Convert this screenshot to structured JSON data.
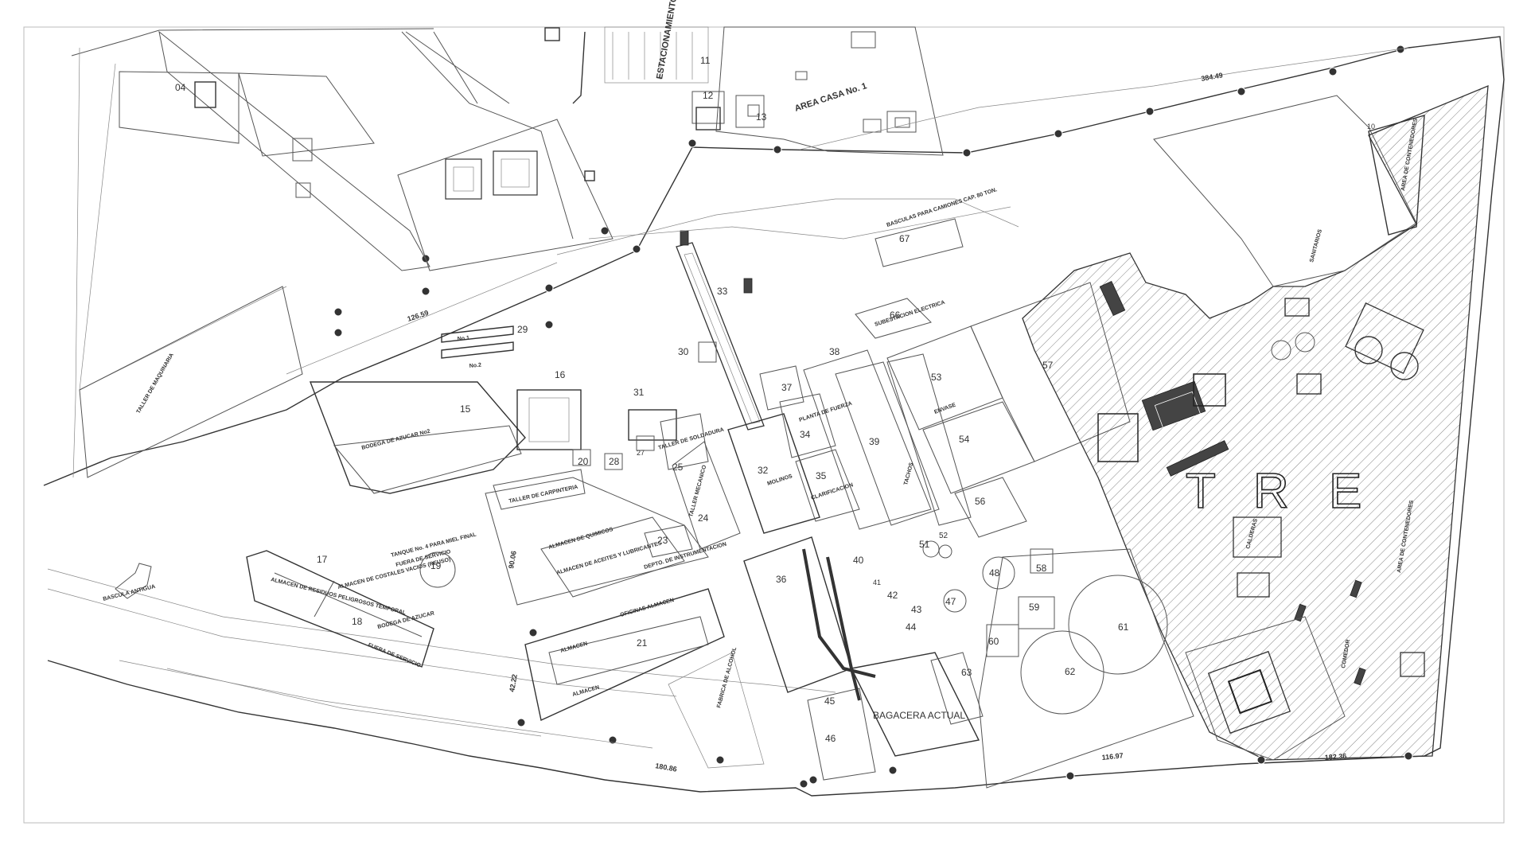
{
  "big_letters": [
    "T",
    "R",
    "E"
  ],
  "areas": [
    {
      "id": "n04",
      "text": "04"
    },
    {
      "id": "n10",
      "text": "10"
    },
    {
      "id": "n11",
      "text": "11"
    },
    {
      "id": "n12",
      "text": "12"
    },
    {
      "id": "n13",
      "text": "13"
    },
    {
      "id": "n15",
      "text": "15"
    },
    {
      "id": "n16",
      "text": "16"
    },
    {
      "id": "n17",
      "text": "17"
    },
    {
      "id": "n18",
      "text": "18"
    },
    {
      "id": "n19",
      "text": "19"
    },
    {
      "id": "n20",
      "text": "20"
    },
    {
      "id": "n21",
      "text": "21"
    },
    {
      "id": "n23",
      "text": "23"
    },
    {
      "id": "n24",
      "text": "24"
    },
    {
      "id": "n25",
      "text": "25"
    },
    {
      "id": "n27",
      "text": "27"
    },
    {
      "id": "n28",
      "text": "28"
    },
    {
      "id": "n29",
      "text": "29"
    },
    {
      "id": "n30",
      "text": "30"
    },
    {
      "id": "n31",
      "text": "31"
    },
    {
      "id": "n32",
      "text": "32"
    },
    {
      "id": "n33",
      "text": "33"
    },
    {
      "id": "n34",
      "text": "34"
    },
    {
      "id": "n35",
      "text": "35"
    },
    {
      "id": "n36",
      "text": "36"
    },
    {
      "id": "n37",
      "text": "37"
    },
    {
      "id": "n38",
      "text": "38"
    },
    {
      "id": "n39",
      "text": "39"
    },
    {
      "id": "n40",
      "text": "40"
    },
    {
      "id": "n41",
      "text": "41"
    },
    {
      "id": "n42",
      "text": "42"
    },
    {
      "id": "n43",
      "text": "43"
    },
    {
      "id": "n44",
      "text": "44"
    },
    {
      "id": "n45",
      "text": "45"
    },
    {
      "id": "n46",
      "text": "46"
    },
    {
      "id": "n47",
      "text": "47"
    },
    {
      "id": "n48",
      "text": "48"
    },
    {
      "id": "n51",
      "text": "51"
    },
    {
      "id": "n52",
      "text": "52"
    },
    {
      "id": "n53",
      "text": "53"
    },
    {
      "id": "n54",
      "text": "54"
    },
    {
      "id": "n56",
      "text": "56"
    },
    {
      "id": "n57",
      "text": "57"
    },
    {
      "id": "n58",
      "text": "58"
    },
    {
      "id": "n59",
      "text": "59"
    },
    {
      "id": "n60",
      "text": "60"
    },
    {
      "id": "n61",
      "text": "61"
    },
    {
      "id": "n62",
      "text": "62"
    },
    {
      "id": "n63",
      "text": "63"
    },
    {
      "id": "n66",
      "text": "66"
    },
    {
      "id": "n67",
      "text": "67"
    }
  ],
  "labels": {
    "estacionamiento": "ESTACIONAMIENTO",
    "area_casa": "AREA CASA No. 1",
    "taller_maquinaria": "TALLER DE MAQUINARIA",
    "bodega_azucar_2": "BODEGA DE AZUCAR No2",
    "taller_carpinteria": "TALLER DE CARPINTERIA",
    "taller_mecanico": "TALLER MECANICO",
    "almacen_quimicos": "ALMACEN DE QUIMICOS",
    "almacen_aceites": "ALMACEN DE ACEITES Y LUBRICANTES",
    "depto_instrumentacion": "DEPTO. DE INSTRUMENTACION",
    "tanque_miel": "TANQUE No. 4 PARA MIEL FINAL",
    "fuera_servicio": "FUERA DE SERVICIO",
    "almacen_residuos": "ALMACEN DE RESIDUOS PELIGROSOS TEMPORAL",
    "almacen_costales": "ALMACEN DE COSTALES VACIOS (REUSO)",
    "bodega_azucar": "BODEGA DE AZUCAR",
    "fuera_servicio_2": "FUERA DE SERVICIO",
    "bascula_antigua": "BASCULA ANTIGUA",
    "oficinas_almacen": "OFICINAS ALMACEN",
    "almacen_1": "ALMACEN",
    "almacen_2": "ALMACEN",
    "fabrica_alcohol": "FABRICA DE ALCOHOL",
    "molinos": "MOLINOS",
    "planta_fuerza": "PLANTA DE FUERZA",
    "clarificacion": "CLARIFICACION",
    "tachos": "TACHOS",
    "bagacera": "BAGACERA ACTUAL",
    "envase": "ENVASE",
    "subestacion": "SUBESTACION ELECTRICA",
    "basculas_camiones": "BASCULAS PARA CAMIONES CAP. 80 TON.",
    "calderas": "CALDERAS",
    "sanitarios": "SANITARIOS",
    "area_contenedores_1": "AREA DE CONTENEDORES",
    "area_contenedores_2": "AREA DE CONTENEDORES",
    "comedor": "COMEDOR",
    "taller_soldadura": "TALLER DE SOLDADURA",
    "no1": "No.1",
    "no2": "No.2"
  },
  "dimensions": [
    "384.49",
    "126.59",
    "180.86",
    "42.22",
    "116.97",
    "182.36",
    "90.06"
  ]
}
